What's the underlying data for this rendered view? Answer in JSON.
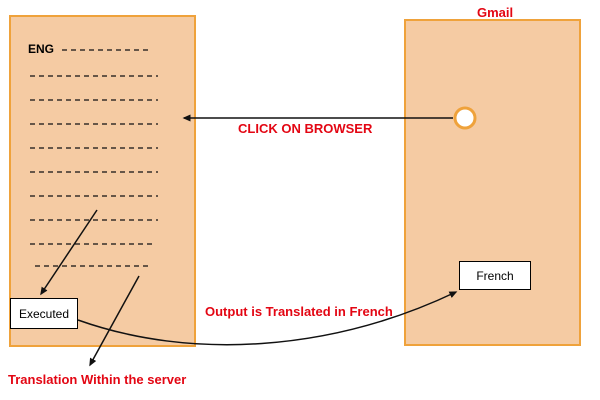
{
  "colors": {
    "panel_fill": "#F5CBA3",
    "panel_border": "#EFA23B",
    "accent_red": "#E30613",
    "line_color": "#111111"
  },
  "diagram": {
    "eng_label": "ENG",
    "gmail_label": "Gmail",
    "click_on_browser": "CLICK ON BROWSER",
    "executed_box": "Executed",
    "french_box": "French",
    "output_translated": "Output is Translated in French",
    "translation_server": "Translation Within the server"
  }
}
